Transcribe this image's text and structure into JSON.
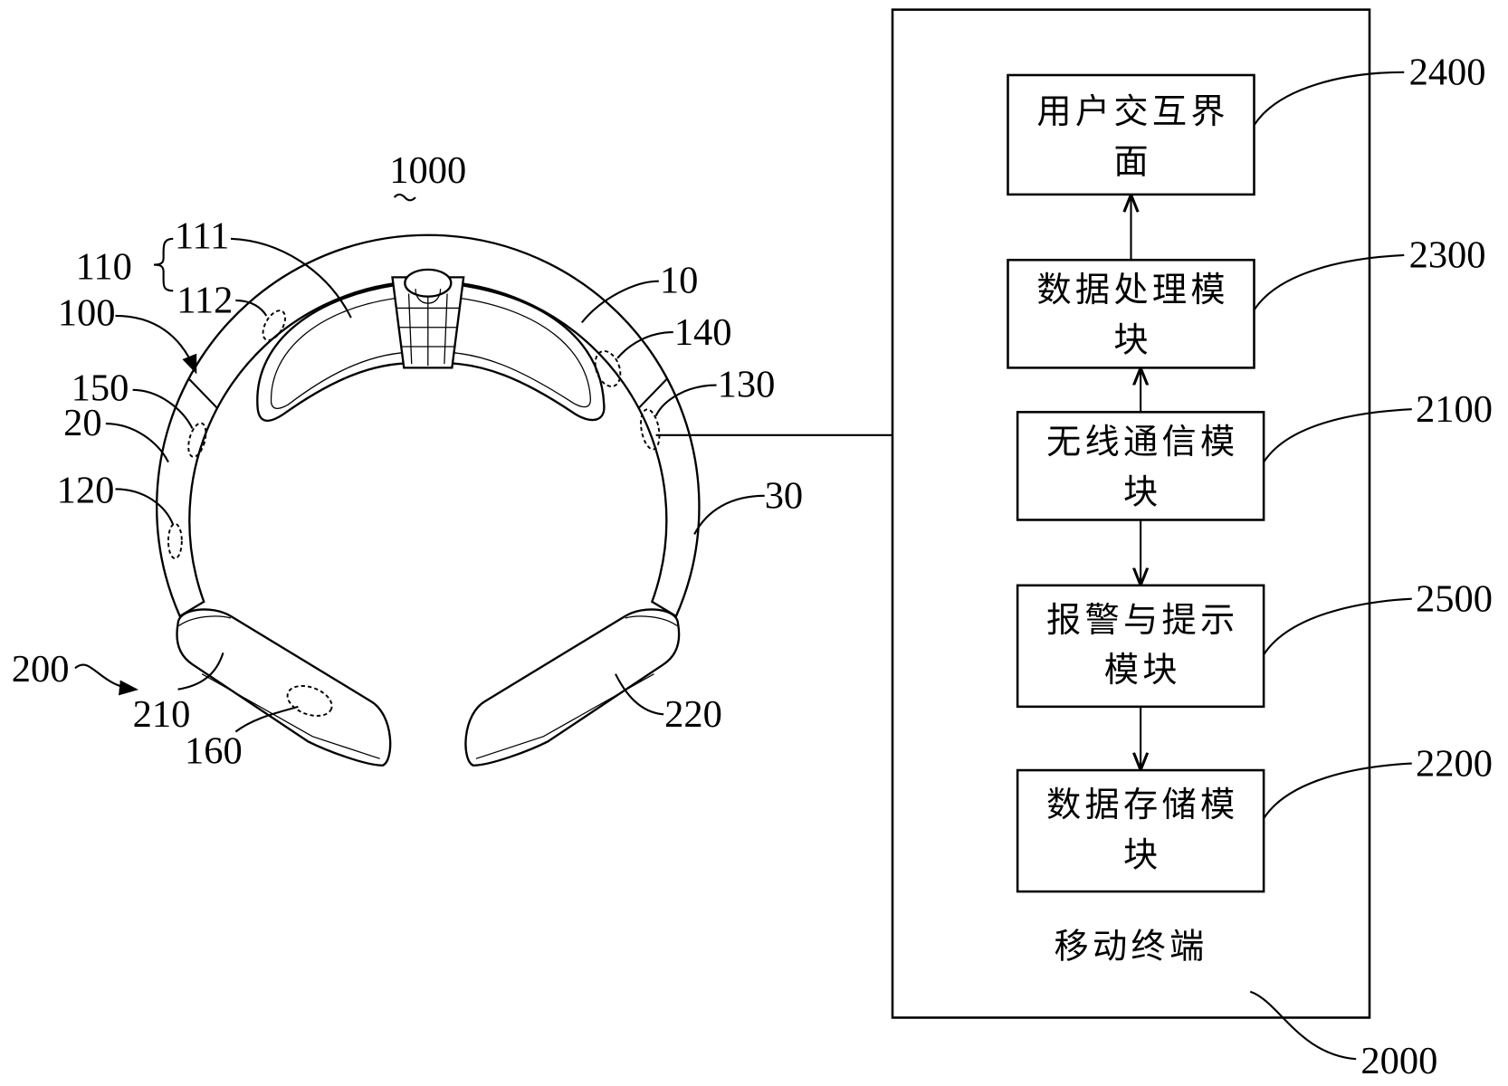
{
  "device": {
    "labels": {
      "r1000": "1000",
      "r110": "110",
      "r111": "111",
      "r112": "112",
      "r100": "100",
      "r10": "10",
      "r140": "140",
      "r150": "150",
      "r20": "20",
      "r130": "130",
      "r120": "120",
      "r30": "30",
      "r200": "200",
      "r210": "210",
      "r160": "160",
      "r220": "220"
    }
  },
  "terminal": {
    "ref": "2000",
    "caption": "移动终端",
    "modules": [
      {
        "ref": "2400",
        "lines": [
          "用户交互界",
          "面"
        ]
      },
      {
        "ref": "2300",
        "lines": [
          "数据处理模",
          "块"
        ]
      },
      {
        "ref": "2100",
        "lines": [
          "无线通信模",
          "块"
        ]
      },
      {
        "ref": "2500",
        "lines": [
          "报警与提示",
          "模块"
        ]
      },
      {
        "ref": "2200",
        "lines": [
          "数据存储模",
          "块"
        ]
      }
    ]
  }
}
